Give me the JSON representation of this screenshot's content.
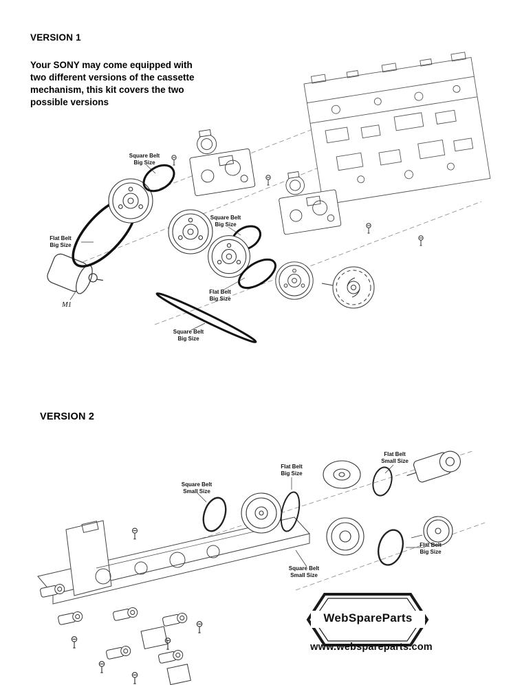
{
  "version1": {
    "heading": "VERSION 1",
    "intro": "Your SONY may come equipped with\ntwo different versions of the cassette\nmechanism, this kit covers the two\npossible versions",
    "labels": {
      "sq1": {
        "line1": "Square Belt",
        "line2": "Big Size"
      },
      "fb1": {
        "line1": "Flat Belt",
        "line2": "Big Size"
      },
      "sq2": {
        "line1": "Square Belt",
        "line2": "Big Size"
      },
      "fb2": {
        "line1": "Flat Belt",
        "line2": "Big Size"
      },
      "sq3": {
        "line1": "Square Belt",
        "line2": "Big Size"
      },
      "motor": "M1"
    }
  },
  "version2": {
    "heading": "VERSION 2",
    "labels": {
      "sqs1": {
        "line1": "Square Belt",
        "line2": "Small Size"
      },
      "fbb1": {
        "line1": "Flat Belt",
        "line2": "Big Size"
      },
      "fbs1": {
        "line1": "Flat Belt",
        "line2": "Small Size"
      },
      "sqs2": {
        "line1": "Square Belt",
        "line2": "Small Size"
      },
      "fbb2": {
        "line1": "Flat Belt",
        "line2": "Big Size"
      }
    }
  },
  "footer": {
    "brand": "WebSpareParts",
    "website": "www.webspareparts.com"
  }
}
